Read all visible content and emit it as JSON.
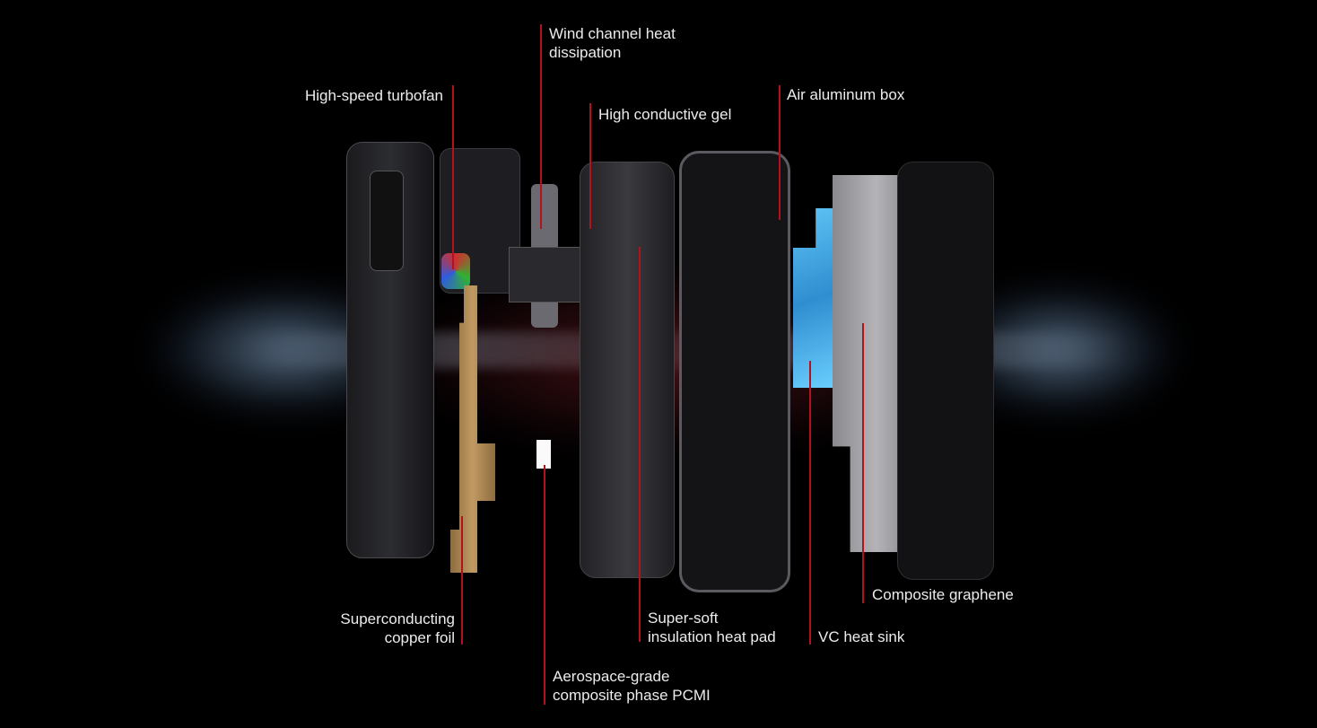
{
  "callouts": [
    {
      "id": "turbofan",
      "text": "High-speed turbofan"
    },
    {
      "id": "wind",
      "line1": "Wind channel heat",
      "line2": "dissipation"
    },
    {
      "id": "gel",
      "text": "High conductive gel"
    },
    {
      "id": "aluminum",
      "text": "Air aluminum box"
    },
    {
      "id": "copper",
      "line1": "Superconducting",
      "line2": "copper foil"
    },
    {
      "id": "pcmi",
      "line1": "Aerospace-grade",
      "line2": "composite phase PCMI"
    },
    {
      "id": "heatpad",
      "line1": "Super-soft",
      "line2": "insulation heat pad"
    },
    {
      "id": "vc",
      "text": "VC heat sink"
    },
    {
      "id": "graphene",
      "text": "Composite graphene"
    }
  ],
  "colors": {
    "accent": "#b0121e",
    "background": "#000000",
    "vc": "#3fa6e0",
    "copper": "#b8935c"
  }
}
